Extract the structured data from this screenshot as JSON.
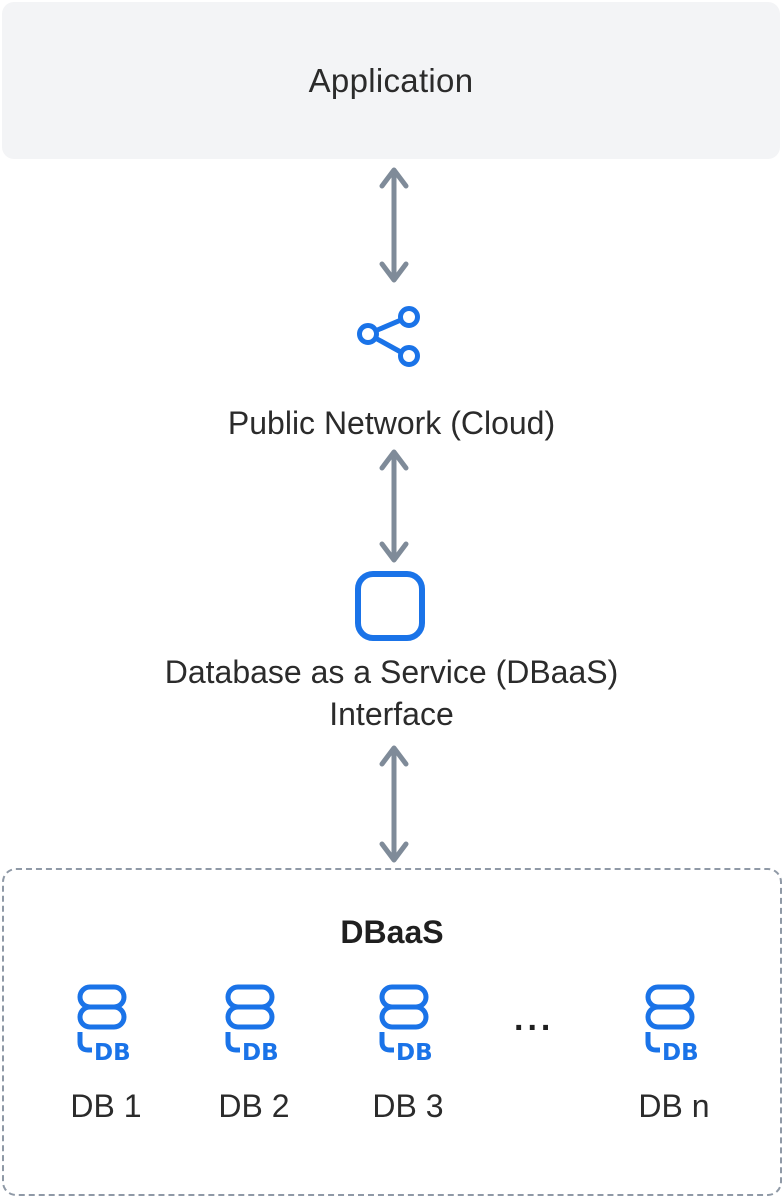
{
  "application": {
    "label": "Application"
  },
  "network": {
    "label": "Public Network (Cloud)",
    "icon": "share-network-icon"
  },
  "interface": {
    "label_line1": "Database as a Service (DBaaS)",
    "label_line2": "Interface",
    "icon": "rounded-square-icon"
  },
  "dbaas": {
    "title": "DBaaS",
    "ellipsis": "...",
    "icon_text": "DB",
    "databases": [
      {
        "label": "DB 1"
      },
      {
        "label": "DB 2"
      },
      {
        "label": "DB 3"
      },
      {
        "label": "DB n"
      }
    ]
  },
  "colors": {
    "accent": "#1a73e8",
    "arrow": "#7f8b99",
    "box_fill": "#f3f4f6",
    "dash_border": "#8f99a6"
  }
}
